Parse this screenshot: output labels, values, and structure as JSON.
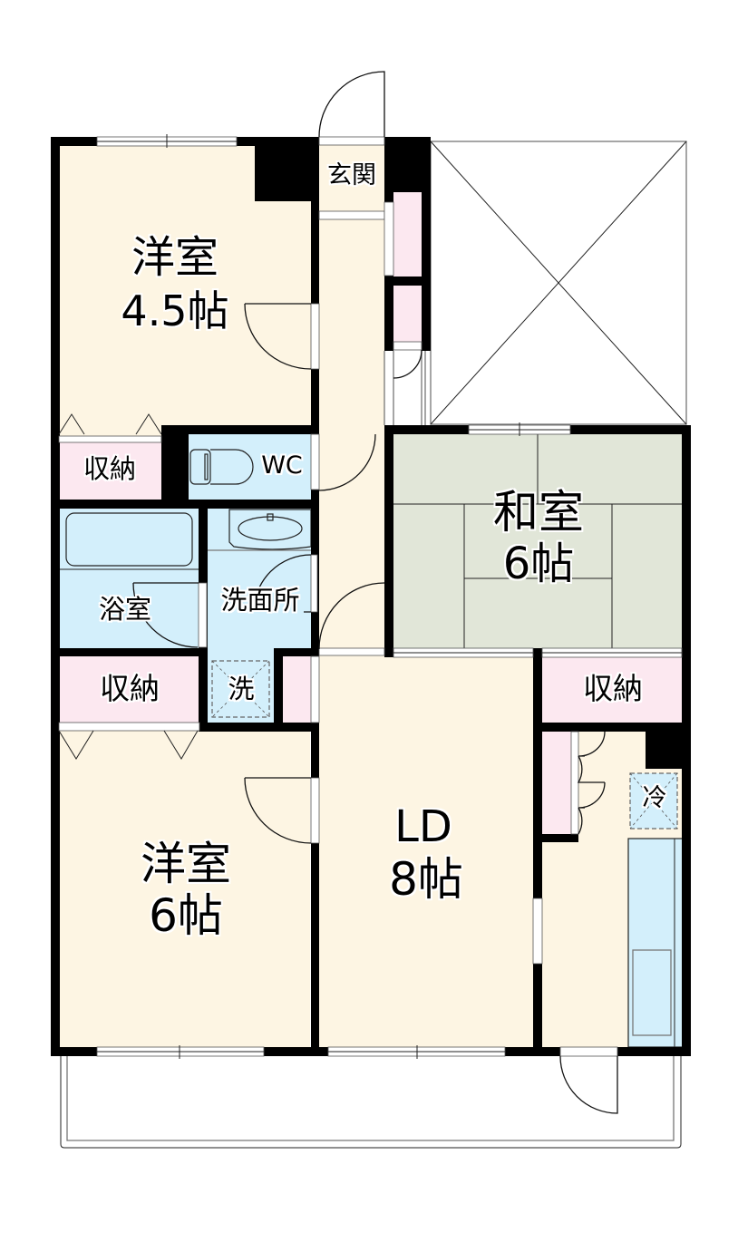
{
  "floorplan": {
    "rooms": {
      "western_room_north": {
        "name": "洋室",
        "size": "4.5帖"
      },
      "entrance": {
        "name": "玄関"
      },
      "storage_north": {
        "name": "収納"
      },
      "toilet": {
        "name": "WC"
      },
      "bathroom": {
        "name": "浴室"
      },
      "washroom": {
        "name": "洗面所"
      },
      "washer_space": {
        "name": "洗"
      },
      "storage_south": {
        "name": "収納"
      },
      "japanese_room": {
        "name": "和室",
        "size": "6帖"
      },
      "storage_japanese": {
        "name": "収納"
      },
      "fridge_space": {
        "name": "冷"
      },
      "western_room_south": {
        "name": "洋室",
        "size": "6帖"
      },
      "living_dining": {
        "name": "LD",
        "size": "8帖"
      }
    },
    "colors": {
      "floor": "#fdf5e3",
      "storage": "#fce8f0",
      "wet_area": "#d3effb",
      "tatami": "#e1e6d8",
      "wall": "#000000"
    }
  }
}
